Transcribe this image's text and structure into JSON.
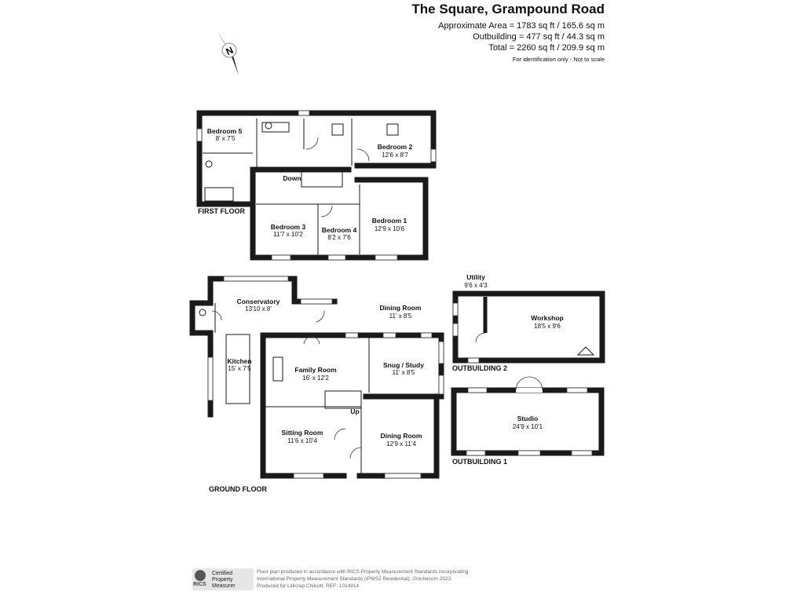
{
  "header": {
    "title": "The Square, Grampound Road",
    "approx_area": "Approximate Area = 1783 sq ft / 165.6 sq m",
    "outbuilding": "Outbuilding = 477 sq ft / 44.3 sq m",
    "total": "Total = 2260 sq ft / 209.9 sq m",
    "note": "For identification only - Not to scale"
  },
  "compass": {
    "letter": "N"
  },
  "floors": {
    "first": "FIRST FLOOR",
    "ground": "GROUND FLOOR",
    "outbuilding_1": "OUTBUILDING 1",
    "outbuilding_2": "OUTBUILDING 2"
  },
  "stairs": {
    "down": "Down",
    "up": "Up"
  },
  "rooms": {
    "bedroom5": {
      "name": "Bedroom 5",
      "dims": "8' x 7'5"
    },
    "bedroom2": {
      "name": "Bedroom 2",
      "dims": "12'6 x 8'7"
    },
    "bedroom3": {
      "name": "Bedroom 3",
      "dims": "11'7 x 10'2"
    },
    "bedroom4": {
      "name": "Bedroom 4",
      "dims": "8'2 x 7'6"
    },
    "bedroom1": {
      "name": "Bedroom 1",
      "dims": "12'9 x 10'6"
    },
    "conservatory": {
      "name": "Conservatory",
      "dims": "13'10 x 8'"
    },
    "dining_top": {
      "name": "Dining Room",
      "dims": "11' x 8'5"
    },
    "kitchen": {
      "name": "Kitchen",
      "dims": "15' x 7'5"
    },
    "family": {
      "name": "Family Room",
      "dims": "16' x 12'2"
    },
    "snug": {
      "name": "Snug / Study",
      "dims": "11' x 8'5"
    },
    "sitting": {
      "name": "Sitting Room",
      "dims": "11'6 x 10'4"
    },
    "dining": {
      "name": "Dining Room",
      "dims": "12'9 x 11'4"
    },
    "utility": {
      "name": "Utility",
      "dims": "9'6 x 4'3"
    },
    "workshop": {
      "name": "Workshop",
      "dims": "18'5 x 9'6"
    },
    "studio": {
      "name": "Studio",
      "dims": "24'9 x 10'1"
    }
  },
  "footer": {
    "rics": "RICS",
    "cert_1": "Certified",
    "cert_2": "Property",
    "cert_3": "Measurer",
    "legal_1": "Floor plan produced in accordance with RICS Property Measurement Standards incorporating",
    "legal_2": "International Property Measurement Standards (IPMS2 Residential). ©nichecom 2023.",
    "legal_3": "Produced for Lillicrap Chilcott.  REF: 1014914"
  }
}
